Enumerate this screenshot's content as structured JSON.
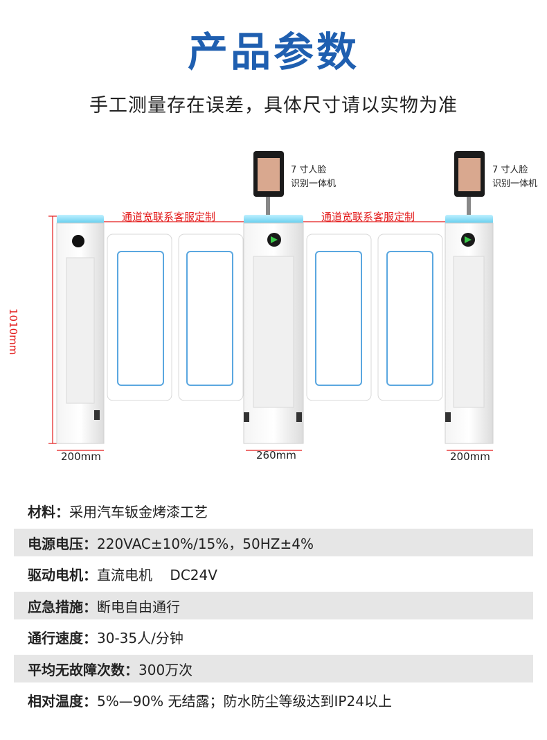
{
  "header": {
    "title": "产品参数",
    "subtitle": "手工测量存在误差，具体尺寸请以实物为准"
  },
  "figure": {
    "device_label_left": [
      "7 寸人脸",
      "识别一体机"
    ],
    "device_label_right": [
      "7 寸人脸",
      "识别一体机"
    ],
    "channel_note_left": "通道宽联系客服定制",
    "channel_note_right": "通道宽联系客服定制",
    "height_dim": "1010mm",
    "width_left": "200mm",
    "width_mid": "260mm",
    "width_right": "200mm",
    "colors": {
      "red": "#e31b1b",
      "blue": "#1f5fb0",
      "accent_cyan": "#7fd6f0"
    }
  },
  "specs": [
    {
      "key": "材料：",
      "value": "采用汽车钣金烤漆工艺"
    },
    {
      "key": "电源电压：",
      "value": "220VAC±10%/15%，50HZ±4%"
    },
    {
      "key": "驱动电机：",
      "value": "直流电机    DC24V"
    },
    {
      "key": "应急措施：",
      "value": "断电自由通行"
    },
    {
      "key": "通行速度：",
      "value": "30-35人/分钟"
    },
    {
      "key": "平均无故障次数：",
      "value": "300万次"
    },
    {
      "key": "相对温度：",
      "value": "5%—90% 无结露；防水防尘等级达到IP24以上"
    }
  ]
}
